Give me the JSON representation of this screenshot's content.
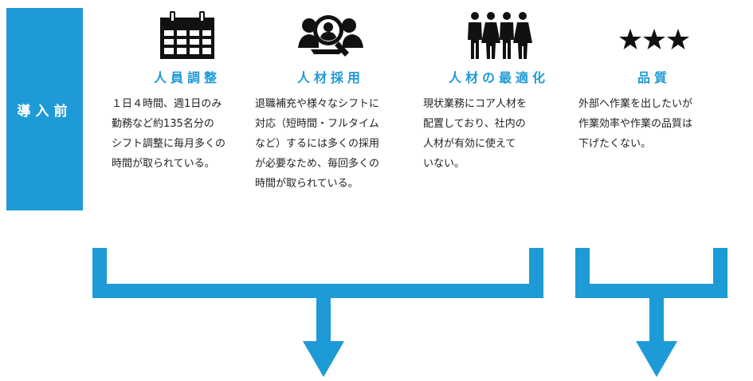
{
  "side_label": "導入前",
  "columns": [
    {
      "icon": "calendar-icon",
      "title": "人員調整",
      "text": "１日４時間、週1日のみ\n勤務など約135名分の\nシフト調整に毎月多くの\n時間が取られている。"
    },
    {
      "icon": "recruit-search-icon",
      "title": "人材採用",
      "text": "退職補充や様々なシフトに\n対応（短時間・フルタイム\nなど）するには多くの採用\nが必要なため、毎回多くの\n時間が取られている。"
    },
    {
      "icon": "people-group-icon",
      "title": "人材の最適化",
      "text": "現状業務にコア人材を\n配置しており、社内の\n人材が有効に使えて\nいない。"
    },
    {
      "icon": "three-stars-icon",
      "title": "品質",
      "text": "外部へ作業を出したいが\n作業効率や作業の品質は\n下げたくない。"
    }
  ],
  "colors": {
    "accent": "#1e9ad6",
    "icon": "#111111"
  }
}
